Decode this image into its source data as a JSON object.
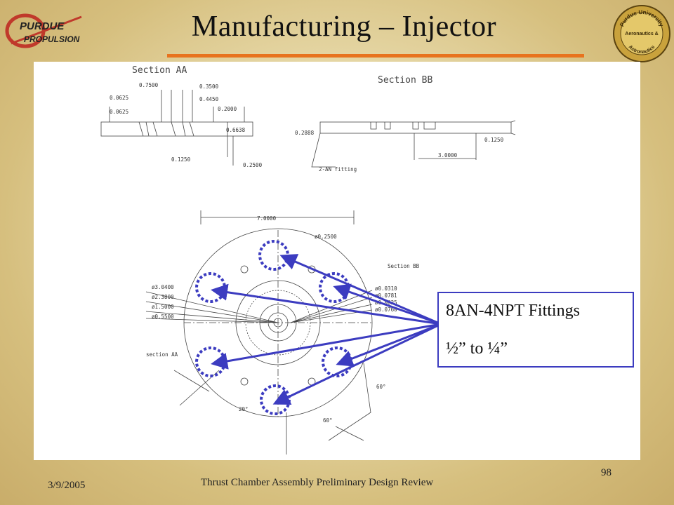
{
  "slide": {
    "title": "Manufacturing – Injector",
    "logo_left_text": [
      "PURDUE",
      "PROPULSION"
    ],
    "logo_right_text": [
      "Purdue University",
      "Aeronautics &",
      "Astronautics"
    ],
    "callout": {
      "line1": "8AN-4NPT Fittings",
      "line2": "½” to ¼”"
    },
    "footer": {
      "date": "3/9/2005",
      "title": "Thrust Chamber Assembly Preliminary Design Review",
      "page": "98"
    },
    "colors": {
      "accent_rule": "#e8731e",
      "callout_border": "#3c3cc0",
      "marker": "#3c3cc0"
    }
  },
  "drawing": {
    "section_aa_label": "Section AA",
    "section_bb_label": "Section BB",
    "aa_dims": [
      "0.7500",
      "0.3500",
      "0.0625",
      "0.4450",
      "0.0625",
      "0.2000",
      "0.6638",
      "0.1250",
      "0.2500"
    ],
    "bb_dims": [
      "0.2888",
      "0.1250",
      "3.0000"
    ],
    "fitting_note": "2-AN fitting",
    "overall_width": "7.0000",
    "hole_dia": "ø0.2500",
    "left_dims": [
      "ø3.0400",
      "ø2.3800",
      "ø1.5000",
      "ø0.5500"
    ],
    "right_dims": [
      "ø0.0310",
      "ø0.0781",
      "ø0.0625",
      "ø0.0760"
    ],
    "section_bb_callout": "Section BB",
    "section_aa_callout": "section AA",
    "angles": [
      "60°",
      "20°",
      "60°"
    ]
  }
}
